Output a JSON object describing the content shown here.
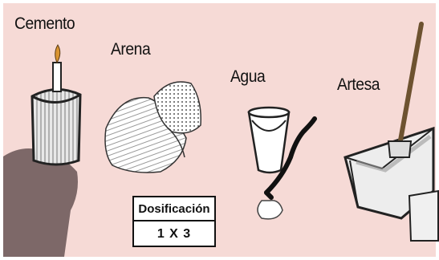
{
  "materials": [
    {
      "label": "Cemento",
      "icon": "cement-bag-icon"
    },
    {
      "label": "Arena",
      "icon": "sand-pile-icon"
    },
    {
      "label": "Agua",
      "icon": "water-bucket-hose-icon"
    },
    {
      "label": "Artesa",
      "icon": "mixing-trough-icon"
    }
  ],
  "dosificacion": {
    "title": "Dosificación",
    "value": "1 X 3"
  },
  "colors": {
    "background": "#f6dad6",
    "ink": "#111111",
    "cement_powder": "#7d6868"
  }
}
